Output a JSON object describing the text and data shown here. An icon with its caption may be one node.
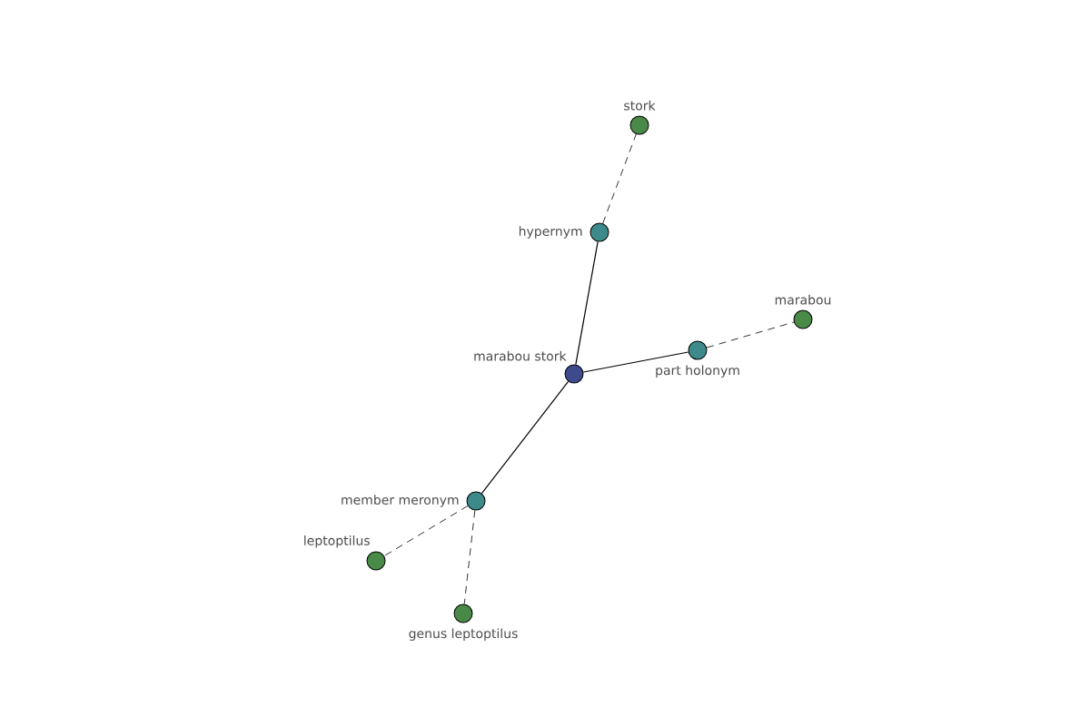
{
  "diagram": {
    "nodes": [
      {
        "text": [
          "stork"
        ]
      },
      {
        "text": [
          "hypernym"
        ]
      },
      {
        "text": [
          "marabou stork"
        ]
      },
      {
        "text": [
          "part holonym"
        ]
      },
      {
        "text": [
          "marabou"
        ]
      },
      {
        "text": [
          "member meronym"
        ]
      },
      {
        "text": [
          "leptoptilus"
        ]
      },
      {
        "text": [
          "genus leptoptilus"
        ]
      }
    ],
    "edges": [
      {
        "from": 2,
        "to": 1,
        "arrow": "none"
      },
      {
        "from": 1,
        "to": 0,
        "arrow": "none",
        "style": "dashed"
      },
      {
        "from": 2,
        "to": 3,
        "arrow": "none"
      },
      {
        "from": 3,
        "to": 4,
        "arrow": "none",
        "style": "dashed"
      },
      {
        "from": 2,
        "to": 5,
        "arrow": "none"
      },
      {
        "from": 5,
        "to": 6,
        "arrow": "none",
        "style": "dashed"
      },
      {
        "from": 5,
        "to": 7,
        "arrow": "none",
        "style": "dashed"
      }
    ]
  }
}
